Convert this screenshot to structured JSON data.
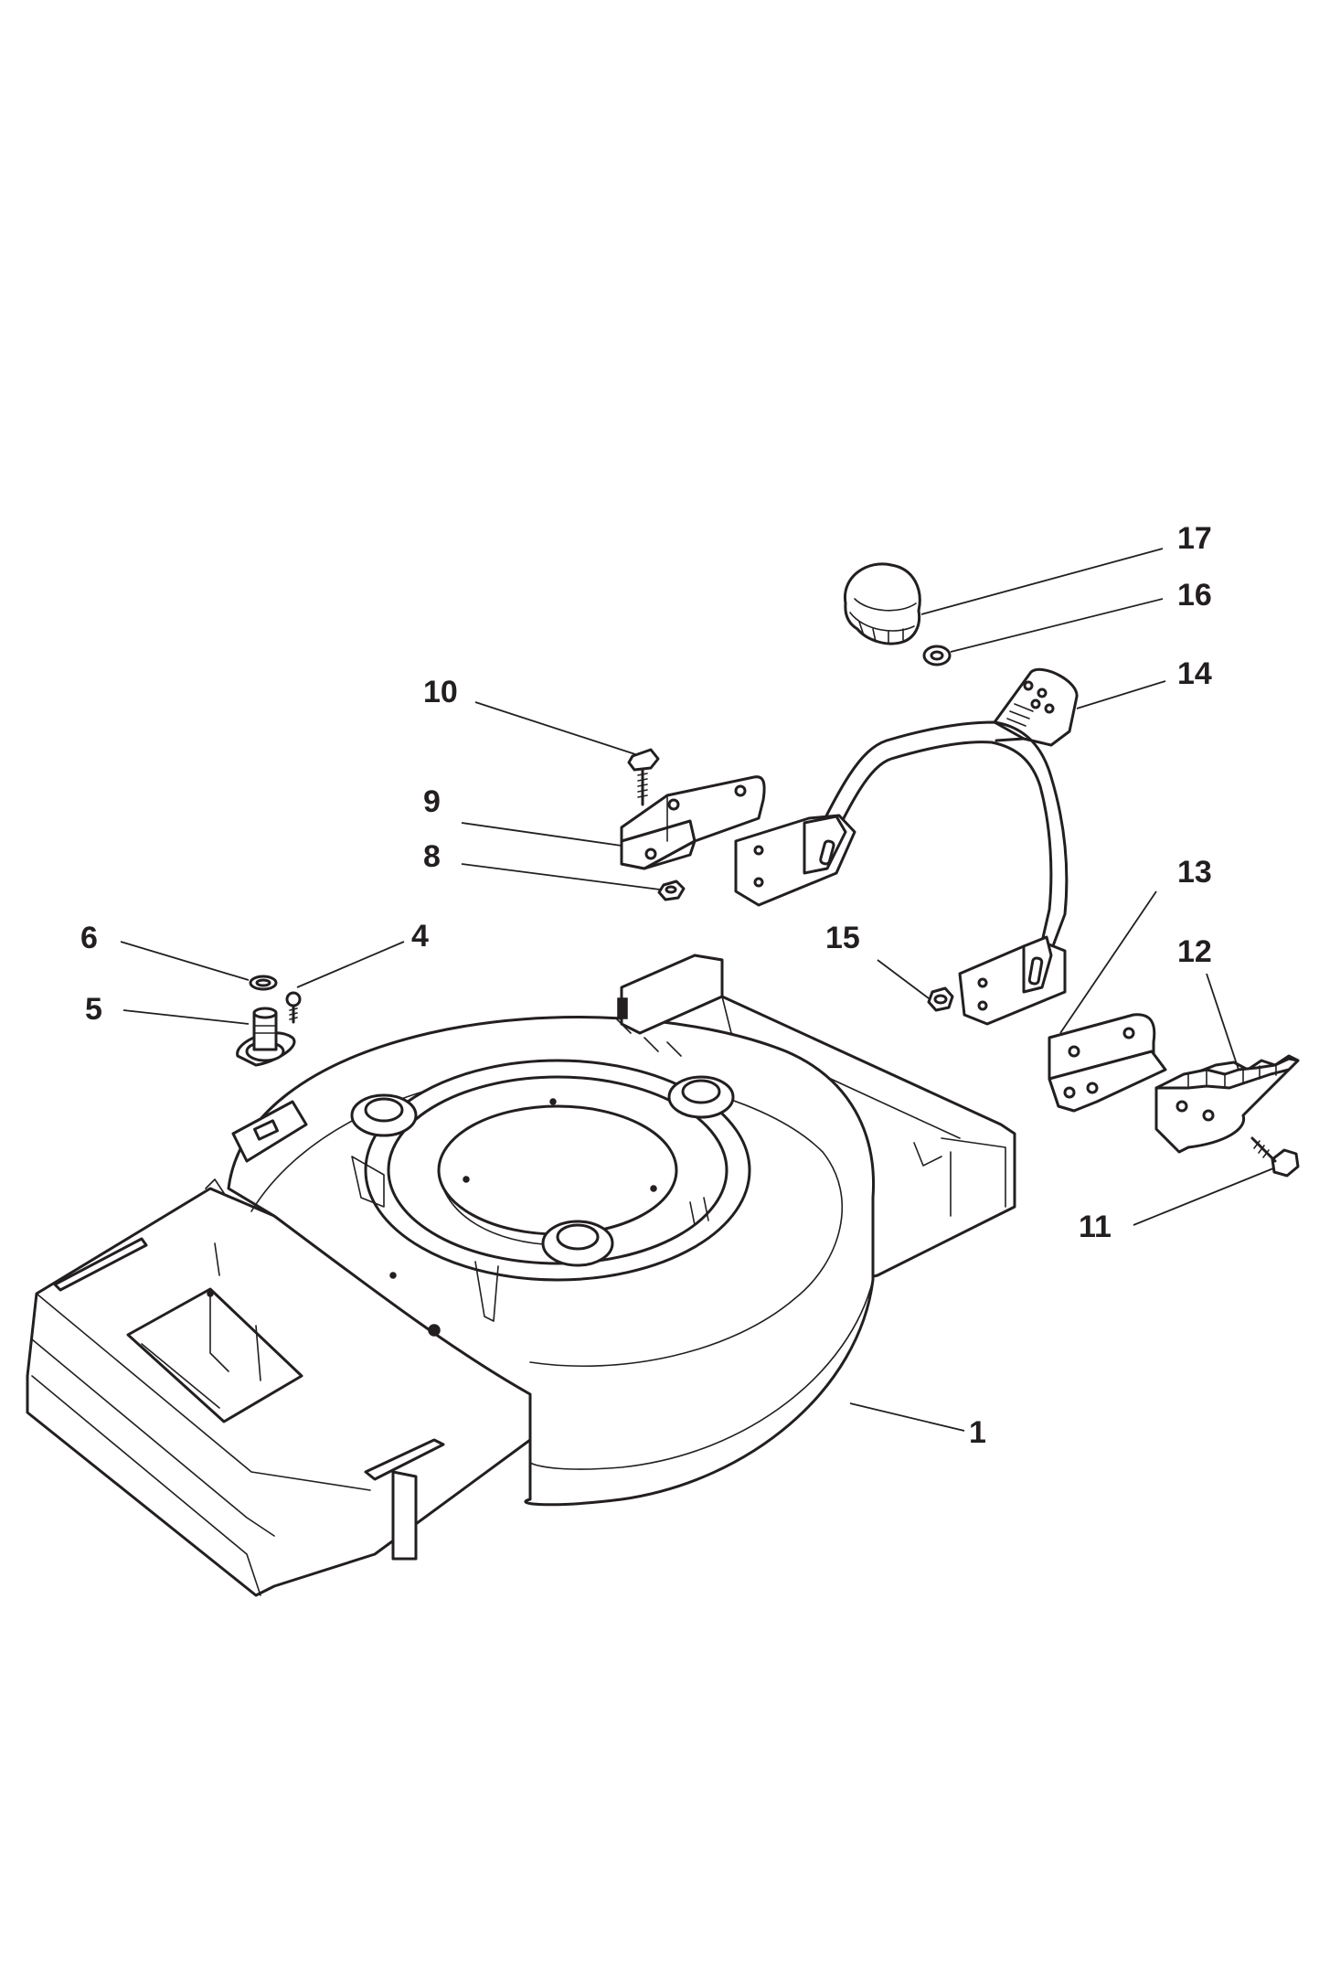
{
  "callouts": [
    {
      "id": "c1",
      "label": "1"
    },
    {
      "id": "c4",
      "label": "4"
    },
    {
      "id": "c5",
      "label": "5"
    },
    {
      "id": "c6",
      "label": "6"
    },
    {
      "id": "c8",
      "label": "8"
    },
    {
      "id": "c9",
      "label": "9"
    },
    {
      "id": "c10",
      "label": "10"
    },
    {
      "id": "c11",
      "label": "11"
    },
    {
      "id": "c12",
      "label": "12"
    },
    {
      "id": "c13",
      "label": "13"
    },
    {
      "id": "c14",
      "label": "14"
    },
    {
      "id": "c15",
      "label": "15"
    },
    {
      "id": "c16",
      "label": "16"
    },
    {
      "id": "c17",
      "label": "17"
    }
  ]
}
